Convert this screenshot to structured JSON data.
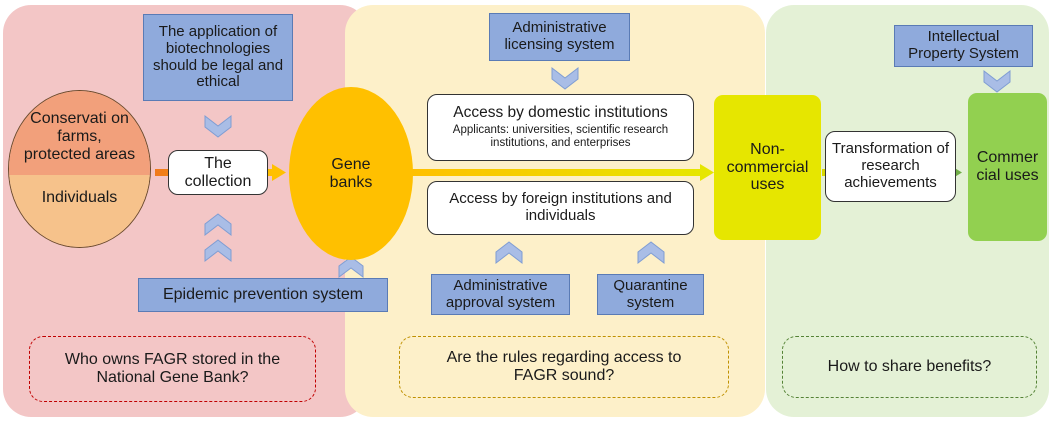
{
  "diagram": {
    "labels": {
      "biotech": "The application of biotechnologies should be legal and ethical",
      "conservation": "Conservati on farms, protected areas",
      "individuals": "Individuals",
      "collection": "The collection",
      "gene_banks": "Gene banks",
      "epidemic": "Epidemic prevention system",
      "licensing": "Administrative licensing system",
      "domestic_title": "Access by domestic institutions",
      "domestic_sub": "Applicants: universities, scientific research institutions, and enterprises",
      "foreign": "Access by foreign institutions and individuals",
      "approval": "Administrative approval system",
      "quarantine": "Quarantine system",
      "noncommercial": "Non-commercial uses",
      "transformation": "Transformation of research achievements",
      "ip": "Intellectual Property System",
      "commercial": "Commer cial uses"
    },
    "questions": {
      "q1": "Who owns FAGR stored in the National Gene Bank?",
      "q2": "Are the rules regarding access to FAGR sound?",
      "q3": "How to share benefits?"
    },
    "colors": {
      "panel_left": "#f3c6c6",
      "panel_mid": "#fdf0c9",
      "panel_right": "#e4f1d6",
      "conservation_fill": "#f2a07b",
      "individuals_fill": "#f6c28b",
      "gene_bank_fill": "#ffc000",
      "noncommercial_fill": "#e6e600",
      "commercial_fill": "#92d050",
      "box_blue": "#8faadc",
      "chevron_blue": "#a9bde6",
      "dash_red": "#c00000",
      "dash_gold": "#bf9000",
      "dash_green": "#548235"
    }
  }
}
